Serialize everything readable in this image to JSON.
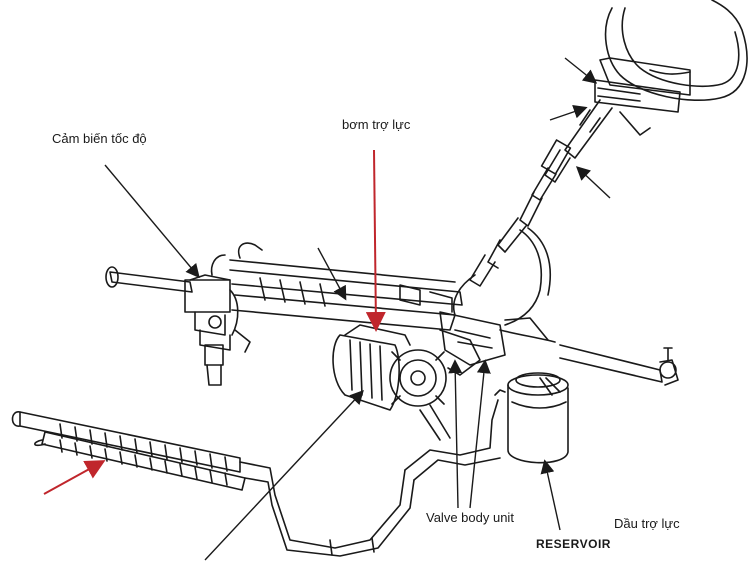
{
  "labels": {
    "speed_sensor": "Cảm biến tốc độ",
    "pump": "bơm trợ lực",
    "valve_body": "Valve body unit",
    "reservoir": "RESERVOIR",
    "fluid": "Dầu trợ lực"
  },
  "colors": {
    "line": "#1a1a1a",
    "highlight_arrow": "#c0262c",
    "background": "#ffffff"
  }
}
